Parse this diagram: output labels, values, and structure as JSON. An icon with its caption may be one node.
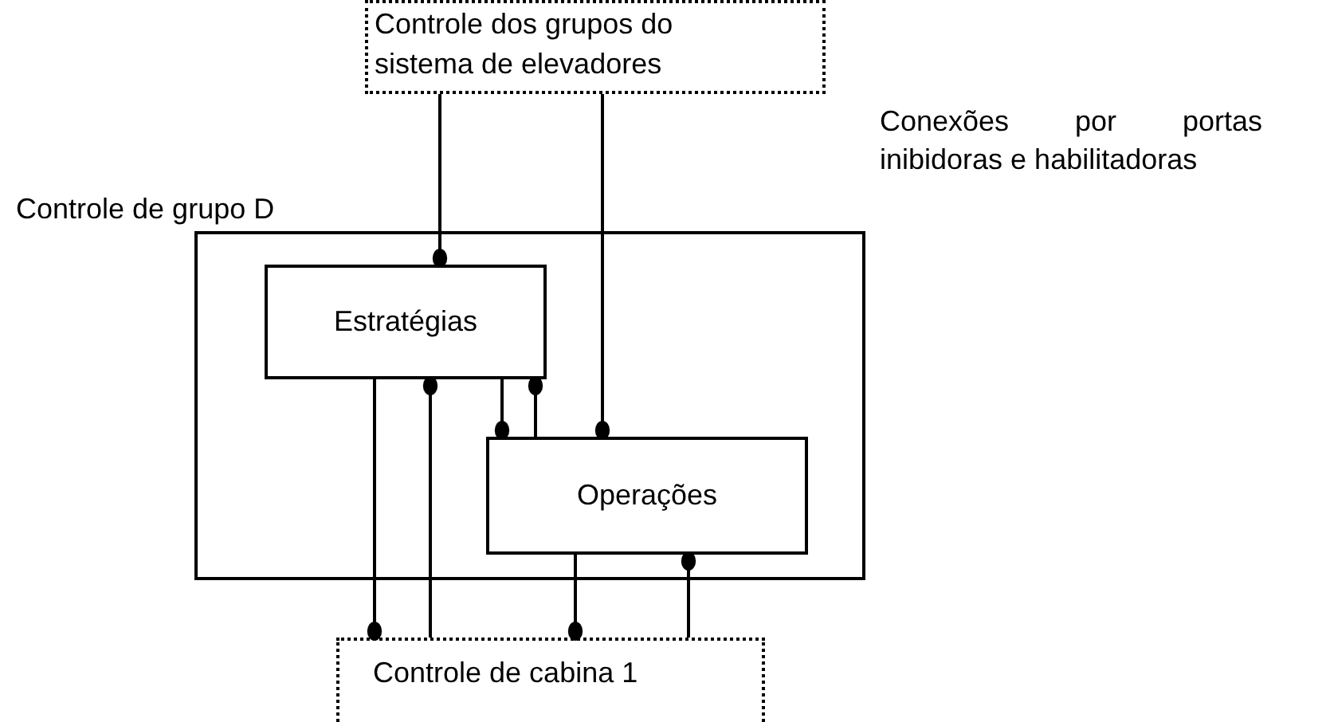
{
  "diagram": {
    "nodes": [
      {
        "text": [
          "Controle dos grupos do sistema de elevadores"
        ]
      },
      {
        "text": [
          "Controle de grupo D"
        ]
      },
      {
        "text": [
          "Estratégias"
        ],
        "in": 1
      },
      {
        "text": [
          "Operações"
        ],
        "in": 1
      },
      {
        "text": [
          "Controle de cabina 1"
        ]
      }
    ],
    "edges": [
      {
        "from": 0,
        "to": 2,
        "arrow": "other"
      },
      {
        "from": 0,
        "to": 3,
        "arrow": "other"
      },
      {
        "from": 2,
        "to": 4,
        "arrow": "other"
      },
      {
        "from": 4,
        "to": 2,
        "arrow": "other"
      },
      {
        "from": 2,
        "to": 3,
        "arrow": "other"
      },
      {
        "from": 3,
        "to": 2,
        "arrow": "other"
      },
      {
        "from": 3,
        "to": 4,
        "arrow": "other"
      },
      {
        "from": 4,
        "to": 3,
        "arrow": "other"
      }
    ],
    "labels": [
      "Conexões por portas inibidoras e habilitadoras"
    ]
  }
}
